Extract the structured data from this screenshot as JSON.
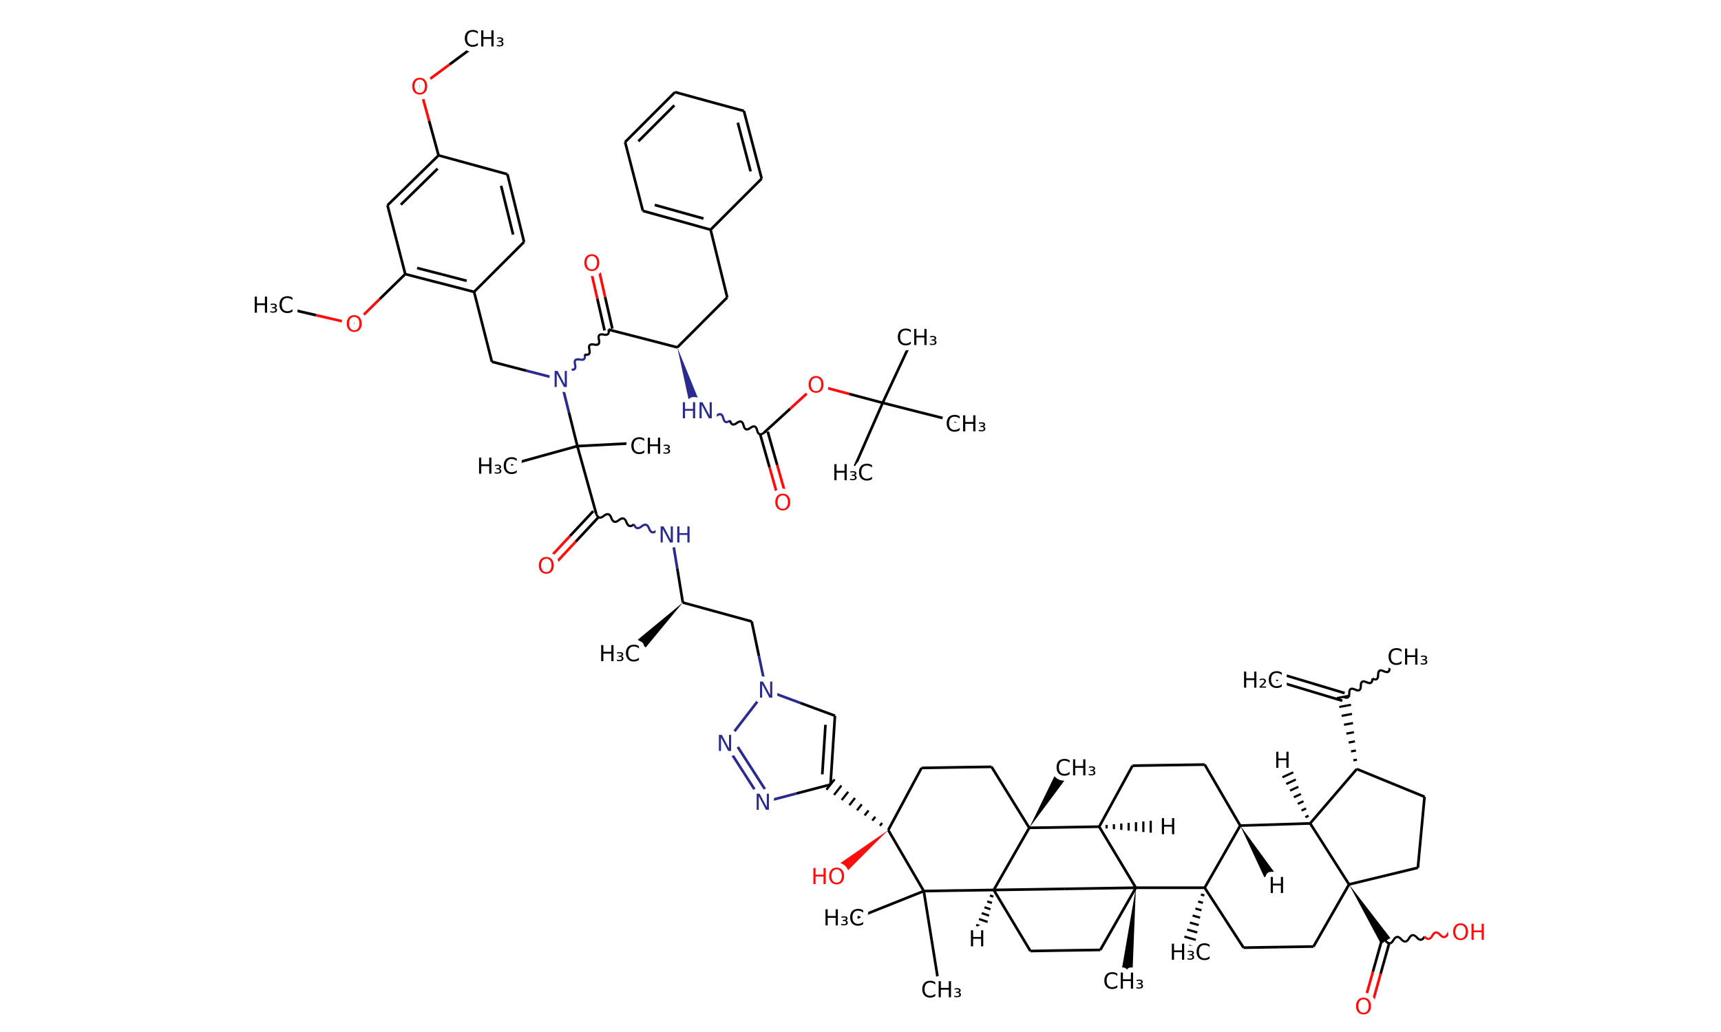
{
  "diagram": {
    "type": "chemical-structure",
    "colors": {
      "carbon": "#000000",
      "oxygen": "#ff0d0d",
      "nitrogen": "#2b2b8f"
    },
    "labels": {
      "o_methoxy_top": "O",
      "ch3_methoxy_top": "CH₃",
      "o_methoxy_left": "O",
      "h3c_methoxy_left": "H₃C",
      "n_amide": "N",
      "o_amide1": "O",
      "hn_boc": "HN",
      "o_boc_carbonyl": "O",
      "o_boc_ester": "O",
      "ch3_tbu_1": "CH₃",
      "ch3_tbu_2": "CH₃",
      "h3c_tbu_3": "H₃C",
      "ch3_aib": "CH₃",
      "h3c_aib": "H₃C",
      "o_amide2": "O",
      "nh_amide": "NH",
      "h3c_propyl": "H₃C",
      "n_triazole_1": "N",
      "n_triazole_2": "N",
      "n_triazole_3": "N",
      "ho_c3": "HO",
      "h3c_c4a": "H₃C",
      "ch3_c4b": "CH₃",
      "h_c5": "H",
      "ch3_c10": "CH₃",
      "h_c9": "H",
      "ch3_c8": "CH₃",
      "h3c_c14": "H₃C",
      "h_c13": "H",
      "h_c18": "H",
      "h2c_vinyl": "H₂C",
      "ch3_isopropenyl": "CH₃",
      "o_acid": "O",
      "oh_acid": "OH"
    }
  }
}
